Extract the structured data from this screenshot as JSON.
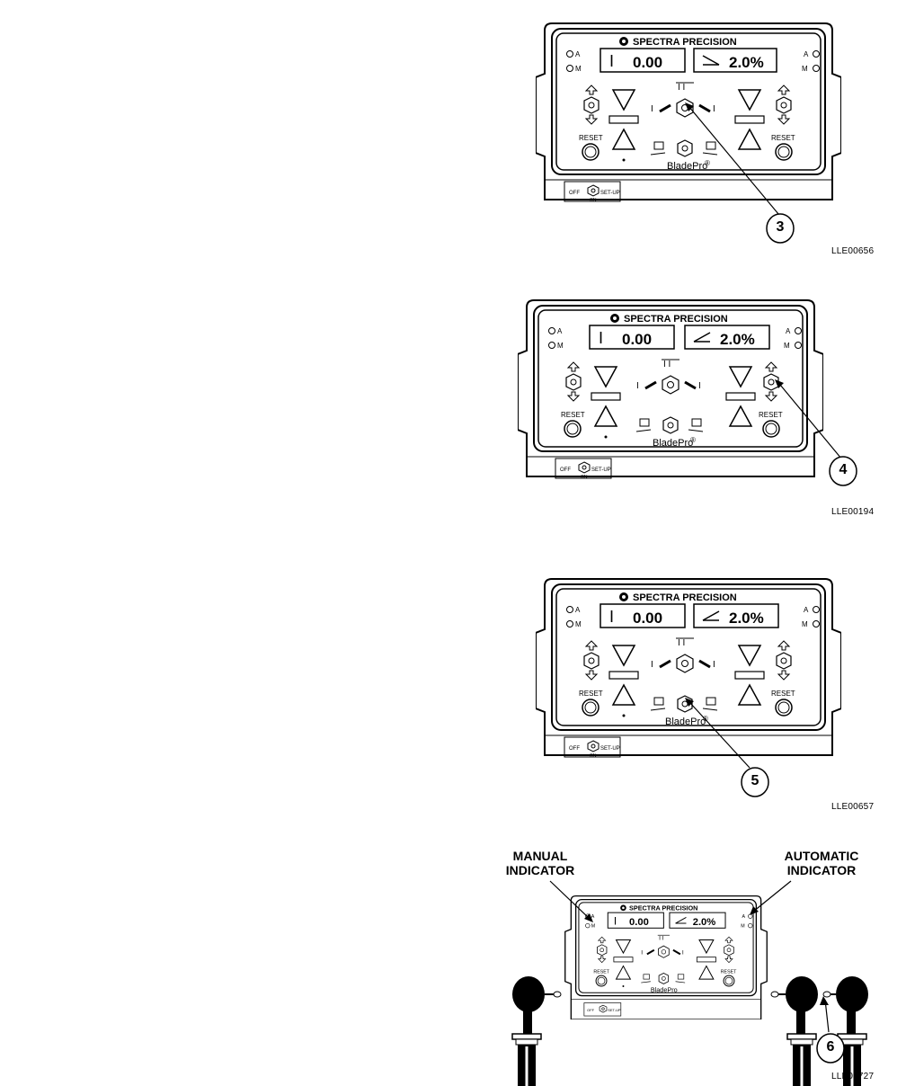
{
  "brand": "SPECTRA PRECISION",
  "product": "BladePro",
  "indicator_a": "A",
  "indicator_m": "M",
  "display_left_value": "0.00",
  "display_right_value": "2.0%",
  "reset_label": "RESET",
  "switch": {
    "off": "OFF",
    "on": "ON",
    "setup": "SET-UP"
  },
  "figures": [
    {
      "callout": "3",
      "code": "LLE00656"
    },
    {
      "callout": "4",
      "code": "LLE00194"
    },
    {
      "callout": "5",
      "code": "LLE00657"
    },
    {
      "callout": "6",
      "code": "LLE00727"
    }
  ],
  "labels": {
    "manual_line1": "MANUAL",
    "manual_line2": "INDICATOR",
    "automatic_line1": "AUTOMATIC",
    "automatic_line2": "INDICATOR"
  }
}
